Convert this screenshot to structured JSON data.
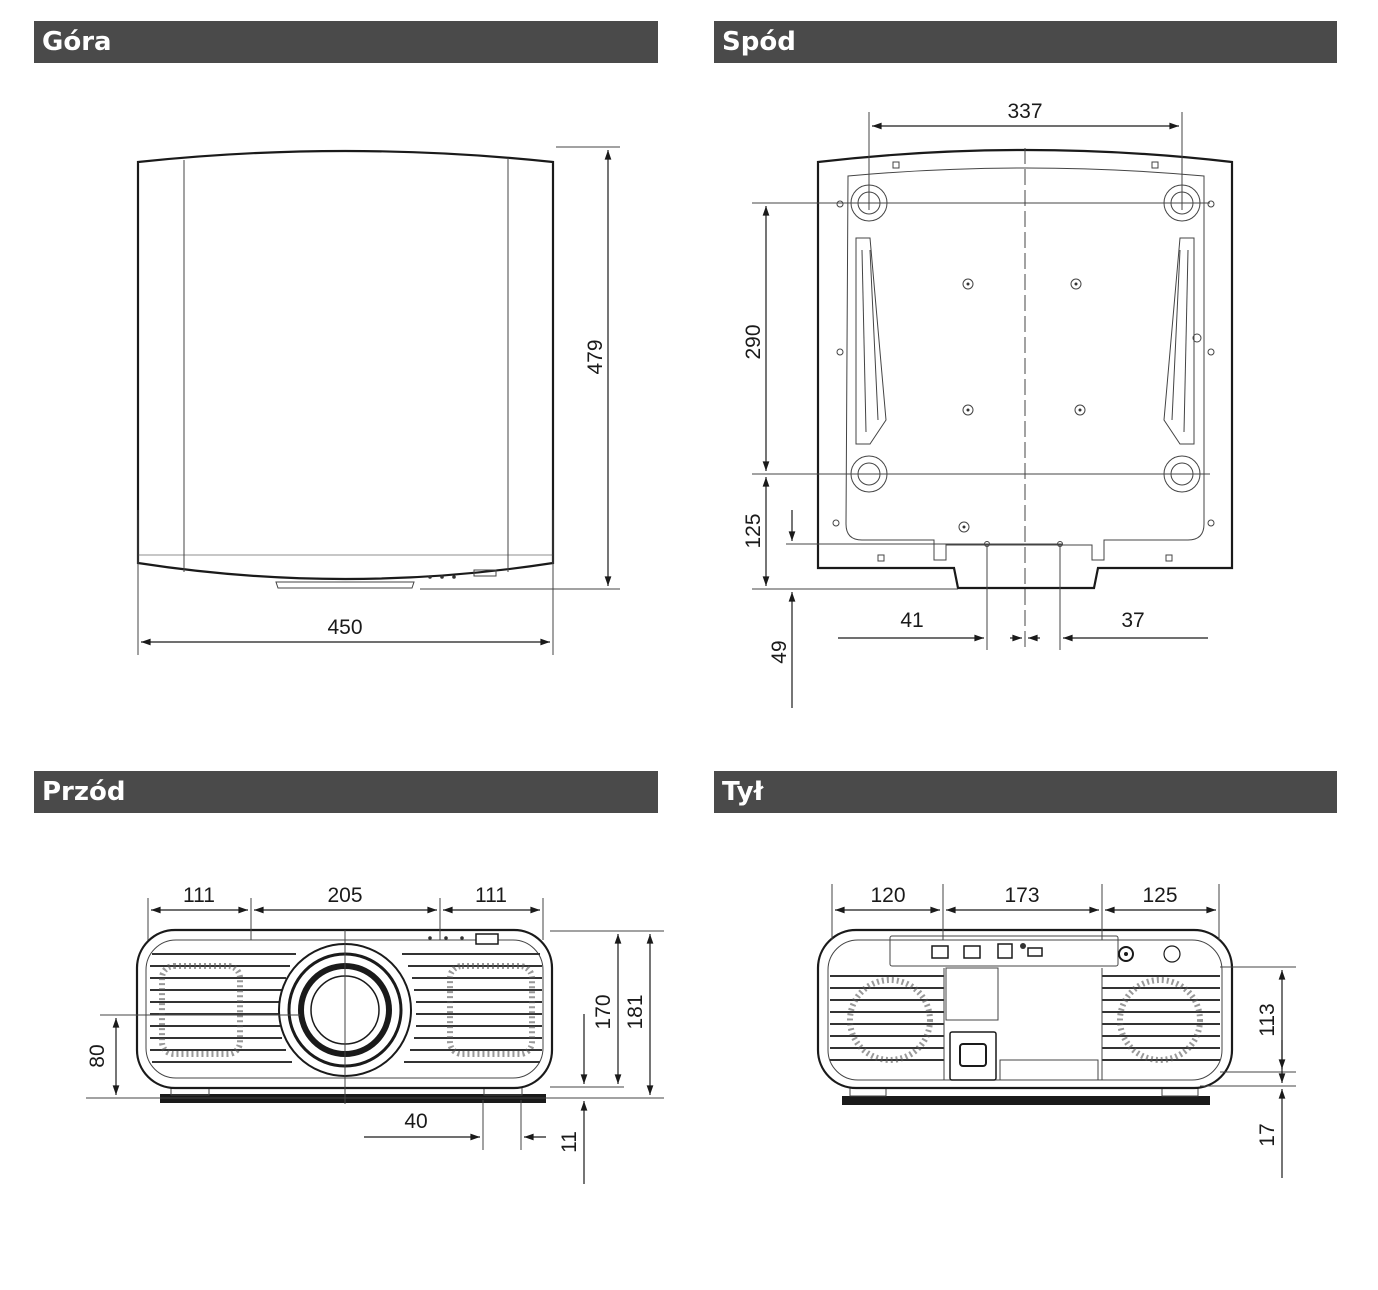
{
  "sections": {
    "top": "Góra",
    "bottom": "Spód",
    "front": "Przód",
    "rear": "Tył"
  },
  "dims": {
    "top": {
      "depth": "479",
      "width": "450"
    },
    "bottom": {
      "feet_width": "337",
      "feet_depth": "290",
      "front_foot_offset": "125",
      "front_offset": "49",
      "center_left": "41",
      "center_right": "37"
    },
    "front": {
      "seg_left": "111",
      "seg_center": "205",
      "seg_right": "111",
      "height_body": "170",
      "height_total": "181",
      "lens_height": "80",
      "foot_width": "40",
      "foot_height": "11"
    },
    "rear": {
      "seg_left": "120",
      "seg_center": "173",
      "seg_right": "125",
      "vent_height": "113",
      "foot_height": "17"
    }
  },
  "colors": {
    "header_bg": "#4a4a4a",
    "header_text": "#ffffff",
    "line": "#1a1a1a"
  }
}
